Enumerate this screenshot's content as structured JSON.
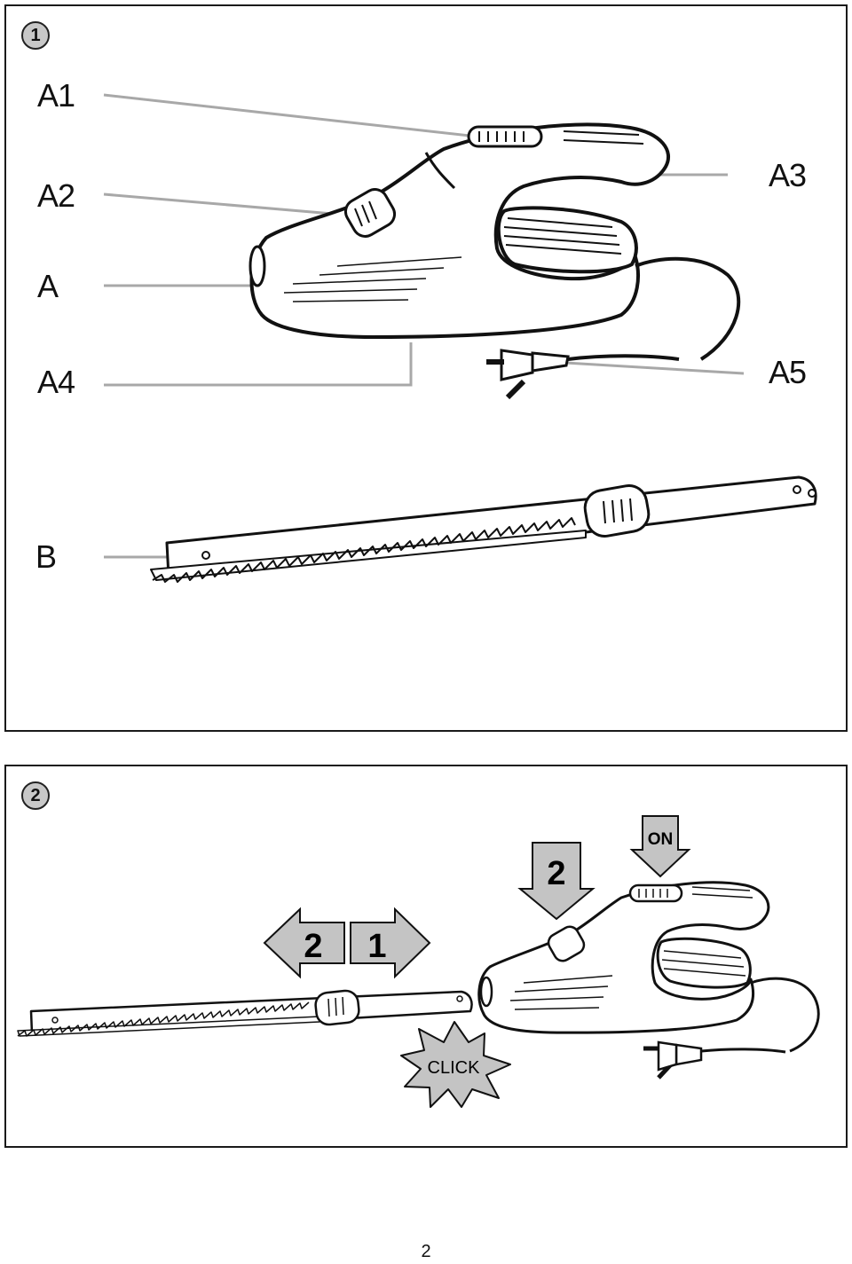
{
  "figure1": {
    "badge": "1",
    "callouts": {
      "a1": "A1",
      "a2": "A2",
      "a": "A",
      "a4": "A4",
      "a3": "A3",
      "a5": "A5",
      "b": "B"
    }
  },
  "figure2": {
    "badge": "2",
    "arrow_left_label": "2",
    "arrow_right_label": "1",
    "arrow_down_step_label": "2",
    "arrow_on_label": "ON",
    "click_label": "CLICK"
  },
  "page_number": "2",
  "colors": {
    "leader_line": "#a8a8a8",
    "badge_fill": "#c8c8c8",
    "arrow_fill": "#c4c4c4",
    "outline": "#111111"
  }
}
